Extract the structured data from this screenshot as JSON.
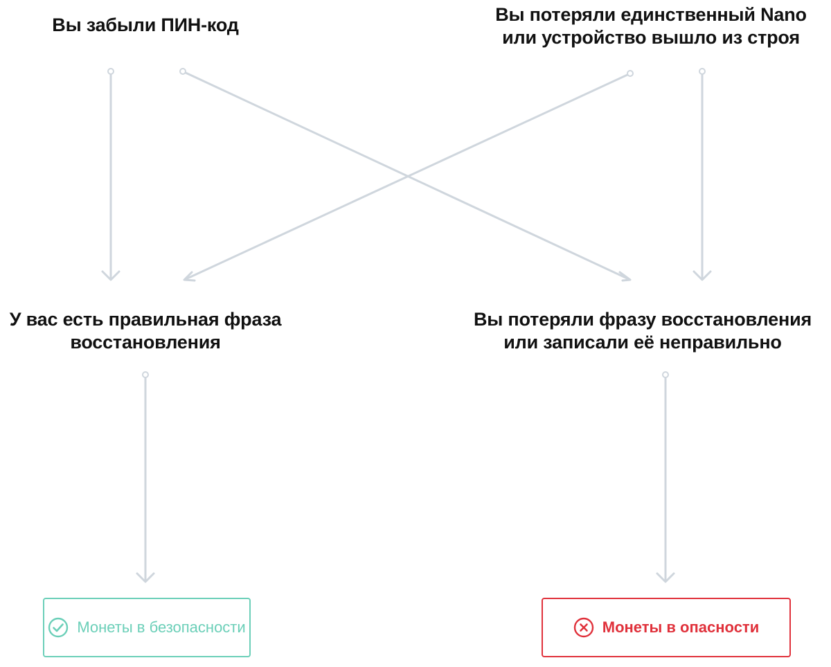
{
  "nodes": {
    "forgot_pin": {
      "lines": [
        "Вы забыли ПИН-код"
      ]
    },
    "lost_device": {
      "lines": [
        "Вы потеряли единственный Nano",
        "или устройство вышло из строя"
      ]
    },
    "have_phrase": {
      "lines": [
        "У вас есть правильная фраза",
        "восстановления"
      ]
    },
    "lost_phrase": {
      "lines": [
        "Вы потеряли фразу восстановления",
        "или записали её неправильно"
      ]
    }
  },
  "outcomes": {
    "safe": {
      "label": "Монеты в безопасности",
      "icon": "check-circle-icon",
      "color": "#6bcfb8"
    },
    "danger": {
      "label": "Монеты в опасности",
      "icon": "x-circle-icon",
      "color": "#e0313b"
    }
  },
  "colors": {
    "connector": "#cfd6dd",
    "text": "#111111"
  }
}
